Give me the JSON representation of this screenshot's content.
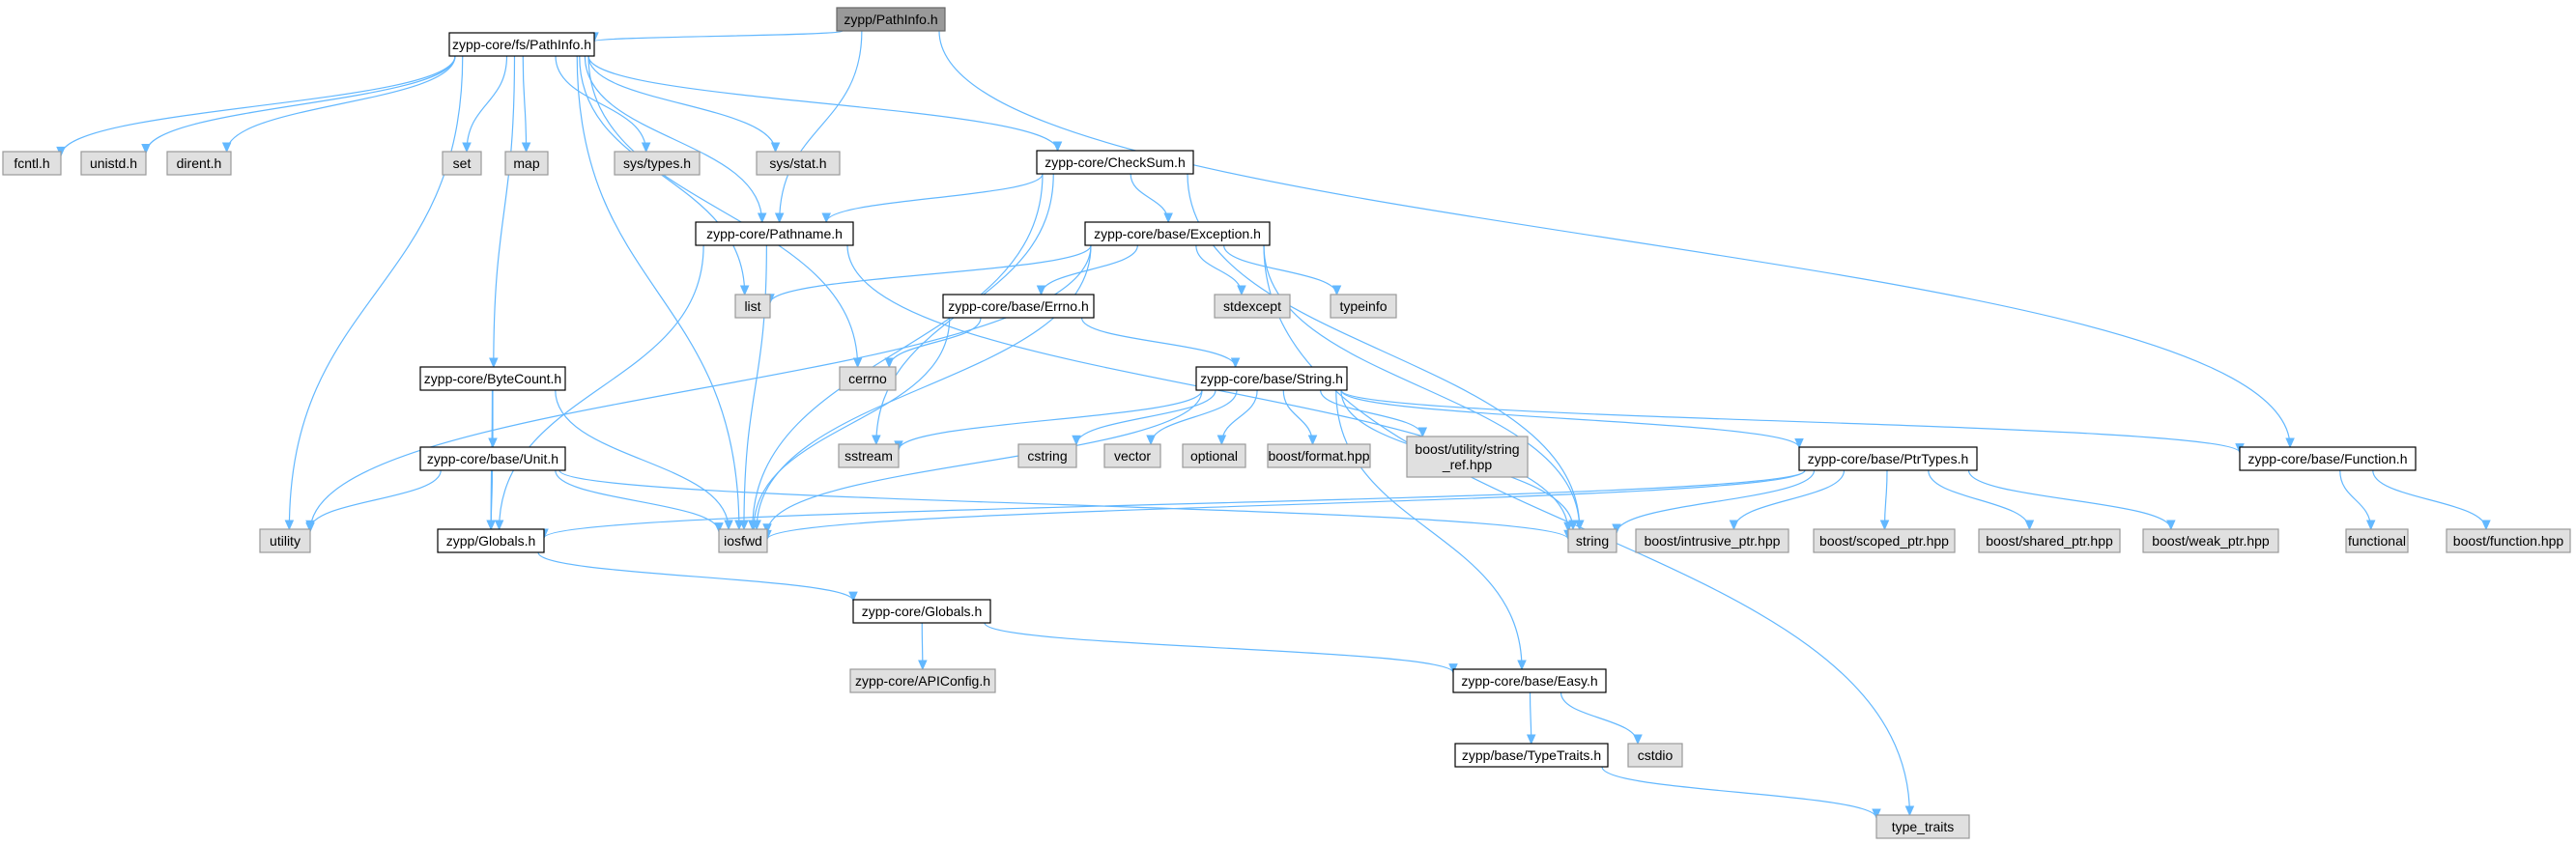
{
  "colors": {
    "edge": "#63b8ff",
    "root_fill": "#999999",
    "root_stroke": "#666666",
    "header_fill": "#ffffff",
    "header_stroke": "#000000",
    "system_fill": "#e0e0e0",
    "system_stroke": "#999999"
  },
  "nodes": [
    {
      "id": "root",
      "kind": "root",
      "lines": [
        "zypp/PathInfo.h"
      ]
    },
    {
      "id": "fs_pathinfo",
      "kind": "header",
      "lines": [
        "zypp-core/fs/PathInfo.h"
      ]
    },
    {
      "id": "fcntl",
      "kind": "system",
      "lines": [
        "fcntl.h"
      ]
    },
    {
      "id": "unistd",
      "kind": "system",
      "lines": [
        "unistd.h"
      ]
    },
    {
      "id": "dirent",
      "kind": "system",
      "lines": [
        "dirent.h"
      ]
    },
    {
      "id": "set",
      "kind": "system",
      "lines": [
        "set"
      ]
    },
    {
      "id": "map",
      "kind": "system",
      "lines": [
        "map"
      ]
    },
    {
      "id": "systypes",
      "kind": "system",
      "lines": [
        "sys/types.h"
      ]
    },
    {
      "id": "sysstat",
      "kind": "system",
      "lines": [
        "sys/stat.h"
      ]
    },
    {
      "id": "checksum",
      "kind": "header",
      "lines": [
        "zypp-core/CheckSum.h"
      ]
    },
    {
      "id": "pathname",
      "kind": "header",
      "lines": [
        "zypp-core/Pathname.h"
      ]
    },
    {
      "id": "exception",
      "kind": "header",
      "lines": [
        "zypp-core/base/Exception.h"
      ]
    },
    {
      "id": "list",
      "kind": "system",
      "lines": [
        "list"
      ]
    },
    {
      "id": "stdexcept",
      "kind": "system",
      "lines": [
        "stdexcept"
      ]
    },
    {
      "id": "typeinfo",
      "kind": "system",
      "lines": [
        "typeinfo"
      ]
    },
    {
      "id": "errno_h",
      "kind": "header",
      "lines": [
        "zypp-core/base/Errno.h"
      ]
    },
    {
      "id": "cerrno",
      "kind": "system",
      "lines": [
        "cerrno"
      ]
    },
    {
      "id": "string_h",
      "kind": "header",
      "lines": [
        "zypp-core/base/String.h"
      ]
    },
    {
      "id": "bytecount",
      "kind": "header",
      "lines": [
        "zypp-core/ByteCount.h"
      ]
    },
    {
      "id": "sstream",
      "kind": "system",
      "lines": [
        "sstream"
      ]
    },
    {
      "id": "cstring",
      "kind": "system",
      "lines": [
        "cstring"
      ]
    },
    {
      "id": "vector",
      "kind": "system",
      "lines": [
        "vector"
      ]
    },
    {
      "id": "optional",
      "kind": "system",
      "lines": [
        "optional"
      ]
    },
    {
      "id": "boostformat",
      "kind": "system",
      "lines": [
        "boost/format.hpp"
      ]
    },
    {
      "id": "boostref",
      "kind": "system",
      "lines": [
        "boost/utility/string",
        "_ref.hpp"
      ]
    },
    {
      "id": "ptrtypes",
      "kind": "header",
      "lines": [
        "zypp-core/base/PtrTypes.h"
      ]
    },
    {
      "id": "function_h",
      "kind": "header",
      "lines": [
        "zypp-core/base/Function.h"
      ]
    },
    {
      "id": "unit_h",
      "kind": "header",
      "lines": [
        "zypp-core/base/Unit.h"
      ]
    },
    {
      "id": "utility",
      "kind": "system",
      "lines": [
        "utility"
      ]
    },
    {
      "id": "zglobals",
      "kind": "header",
      "lines": [
        "zypp/Globals.h"
      ]
    },
    {
      "id": "iosfwd",
      "kind": "system",
      "lines": [
        "iosfwd"
      ]
    },
    {
      "id": "string",
      "kind": "system",
      "lines": [
        "string"
      ]
    },
    {
      "id": "intrusive",
      "kind": "system",
      "lines": [
        "boost/intrusive_ptr.hpp"
      ]
    },
    {
      "id": "scoped",
      "kind": "system",
      "lines": [
        "boost/scoped_ptr.hpp"
      ]
    },
    {
      "id": "shared",
      "kind": "system",
      "lines": [
        "boost/shared_ptr.hpp"
      ]
    },
    {
      "id": "weak",
      "kind": "system",
      "lines": [
        "boost/weak_ptr.hpp"
      ]
    },
    {
      "id": "functional",
      "kind": "system",
      "lines": [
        "functional"
      ]
    },
    {
      "id": "boostfunction",
      "kind": "system",
      "lines": [
        "boost/function.hpp"
      ]
    },
    {
      "id": "coreglobals",
      "kind": "header",
      "lines": [
        "zypp-core/Globals.h"
      ]
    },
    {
      "id": "apiconfig",
      "kind": "system",
      "lines": [
        "zypp-core/APIConfig.h"
      ]
    },
    {
      "id": "easy",
      "kind": "header",
      "lines": [
        "zypp-core/base/Easy.h"
      ]
    },
    {
      "id": "cstdio",
      "kind": "system",
      "lines": [
        "cstdio"
      ]
    },
    {
      "id": "typetraits_h",
      "kind": "header",
      "lines": [
        "zypp/base/TypeTraits.h"
      ]
    },
    {
      "id": "type_traits",
      "kind": "system",
      "lines": [
        "type_traits"
      ]
    }
  ],
  "edges": [
    [
      "root",
      "fs_pathinfo"
    ],
    [
      "root",
      "pathname"
    ],
    [
      "root",
      "function_h"
    ],
    [
      "fs_pathinfo",
      "fcntl"
    ],
    [
      "fs_pathinfo",
      "unistd"
    ],
    [
      "fs_pathinfo",
      "dirent"
    ],
    [
      "fs_pathinfo",
      "set"
    ],
    [
      "fs_pathinfo",
      "map"
    ],
    [
      "fs_pathinfo",
      "systypes"
    ],
    [
      "fs_pathinfo",
      "sysstat"
    ],
    [
      "fs_pathinfo",
      "checksum"
    ],
    [
      "fs_pathinfo",
      "pathname"
    ],
    [
      "fs_pathinfo",
      "list"
    ],
    [
      "fs_pathinfo",
      "cerrno"
    ],
    [
      "fs_pathinfo",
      "bytecount"
    ],
    [
      "fs_pathinfo",
      "utility"
    ],
    [
      "fs_pathinfo",
      "iosfwd"
    ],
    [
      "checksum",
      "pathname"
    ],
    [
      "checksum",
      "exception"
    ],
    [
      "checksum",
      "sstream"
    ],
    [
      "checksum",
      "iosfwd"
    ],
    [
      "checksum",
      "string"
    ],
    [
      "pathname",
      "iosfwd"
    ],
    [
      "pathname",
      "string"
    ],
    [
      "pathname",
      "zglobals"
    ],
    [
      "exception",
      "list"
    ],
    [
      "exception",
      "stdexcept"
    ],
    [
      "exception",
      "typeinfo"
    ],
    [
      "exception",
      "errno_h"
    ],
    [
      "exception",
      "iosfwd"
    ],
    [
      "exception",
      "string"
    ],
    [
      "exception",
      "utility"
    ],
    [
      "exception",
      "type_traits"
    ],
    [
      "errno_h",
      "cerrno"
    ],
    [
      "errno_h",
      "string_h"
    ],
    [
      "errno_h",
      "iosfwd"
    ],
    [
      "string_h",
      "sstream"
    ],
    [
      "string_h",
      "cstring"
    ],
    [
      "string_h",
      "vector"
    ],
    [
      "string_h",
      "optional"
    ],
    [
      "string_h",
      "boostformat"
    ],
    [
      "string_h",
      "boostref"
    ],
    [
      "string_h",
      "ptrtypes"
    ],
    [
      "string_h",
      "function_h"
    ],
    [
      "string_h",
      "easy"
    ],
    [
      "string_h",
      "iosfwd"
    ],
    [
      "string_h",
      "string"
    ],
    [
      "bytecount",
      "unit_h"
    ],
    [
      "bytecount",
      "zglobals"
    ],
    [
      "bytecount",
      "iosfwd"
    ],
    [
      "unit_h",
      "utility"
    ],
    [
      "unit_h",
      "zglobals"
    ],
    [
      "unit_h",
      "iosfwd"
    ],
    [
      "unit_h",
      "string"
    ],
    [
      "ptrtypes",
      "zglobals"
    ],
    [
      "ptrtypes",
      "iosfwd"
    ],
    [
      "ptrtypes",
      "string"
    ],
    [
      "ptrtypes",
      "intrusive"
    ],
    [
      "ptrtypes",
      "scoped"
    ],
    [
      "ptrtypes",
      "shared"
    ],
    [
      "ptrtypes",
      "weak"
    ],
    [
      "function_h",
      "functional"
    ],
    [
      "function_h",
      "boostfunction"
    ],
    [
      "zglobals",
      "coreglobals"
    ],
    [
      "coreglobals",
      "apiconfig"
    ],
    [
      "coreglobals",
      "easy"
    ],
    [
      "easy",
      "typetraits_h"
    ],
    [
      "easy",
      "cstdio"
    ],
    [
      "typetraits_h",
      "type_traits"
    ]
  ]
}
